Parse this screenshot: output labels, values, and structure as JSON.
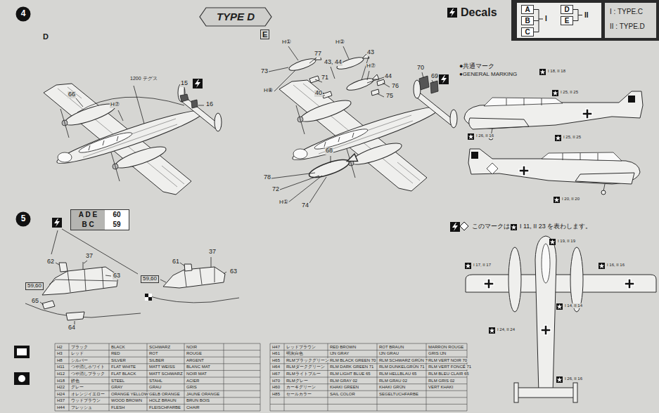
{
  "diagram": {
    "nodes": [
      {
        "text": [
          "4"
        ]
      },
      {
        "text": [
          "TYPE D"
        ]
      },
      {
        "text": [
          "I",
          "II"
        ]
      },
      {
        "text": [
          "A"
        ],
        "in": 2
      },
      {
        "text": [
          "B"
        ],
        "in": 2
      },
      {
        "text": [
          "C"
        ],
        "in": 2
      },
      {
        "text": [
          "D"
        ],
        "in": 2
      },
      {
        "text": [
          "E"
        ],
        "in": 2
      },
      {
        "text": [
          "5"
        ]
      },
      {
        "text": [
          "A D E",
          "60",
          "B C",
          "59"
        ]
      }
    ],
    "labels": [
      "Decals",
      "I : TYPE.C",
      "II : TYPE.D",
      "D",
      "E",
      "1200 テグス",
      "66",
      "H⑦",
      "15",
      "16",
      "H①",
      "77",
      "43, 44",
      "H②",
      "43",
      "73",
      "H⑧",
      "71",
      "44",
      "H⑦",
      "40",
      "76",
      "75",
      "70",
      "69",
      "68",
      "78",
      "72",
      "74",
      "H①",
      "37",
      "62",
      "63",
      "59,60",
      "65",
      "64",
      "61",
      "37",
      "63",
      "59,60",
      "●共通マーク",
      "●GENERAL MARKING",
      "I 18, II 18",
      "I 25, II 25",
      "I 26, II 16",
      "I 25, II 25",
      "I 20, II 20",
      "このマークは",
      "I 11, II 23 を表わします。",
      "I 19, II 19",
      "I 17, II 17",
      "I 14, II 14",
      "I 16, II 16",
      "I 24, II 24",
      "I 26, II 16",
      "H2",
      "ブラック",
      "BLACK",
      "SCHWARZ",
      "NOIR",
      "H3",
      "レッド",
      "RED",
      "ROT",
      "ROUGE",
      "H8",
      "シルバー",
      "SILVER",
      "SILBER",
      "ARGENT",
      "H11",
      "つや消しホワイト",
      "FLAT WHITE",
      "MATT WEISS",
      "BLANC MAT",
      "H12",
      "つや消しブラック",
      "FLAT BLACK",
      "MATT SCHWARZ",
      "NOIR MAT",
      "H18",
      "鉄色",
      "STEEL",
      "STAHL",
      "ACIER",
      "H22",
      "グレー",
      "GRAY",
      "GRAU",
      "GRIS",
      "H24",
      "オレンジイエロー",
      "ORANGE YELLOW",
      "GELB ORANGE",
      "JAUNE ORANGE",
      "H37",
      "ウッドブラウン",
      "WOOD BROWN",
      "HOLZ BRAUN",
      "BRUN BOIS",
      "H44",
      "フレッシュ",
      "FLESH",
      "FLEISCHFARBE",
      "CHAIR",
      "H47",
      "レッドブラウン",
      "RED BROWN",
      "ROT BRAUN",
      "MARRON ROUGE",
      "H61",
      "明灰白色",
      "IJN GRAY",
      "IJN GRAU",
      "GRIS IJN",
      "H65",
      "RLMブラックグリーン",
      "RLM BLACK GREEN 70",
      "RLM SCHWARZ GRÜN 70",
      "RLM VERT NOIR 70",
      "H64",
      "RLMダークグリーン",
      "RLM DARK GREEN 71",
      "RLM DUNKELGRÜN 71",
      "RLM VERT FONCÉ 71",
      "H67",
      "RLMライトブルー",
      "RLM LIGHT BLUE 65",
      "RLM HELLBLAU 65",
      "RLM BLEU CLAIR 65",
      "H70",
      "RLMグレー",
      "RLM GRAY 02",
      "RLM GRAU 02",
      "RLM GRIS 02",
      "H60",
      "カーキグリーン",
      "KHAKI GREEN",
      "KHAKI GRÜN",
      "VERT KHAKI",
      "H85",
      "セールカラー",
      "SAIL COLOR",
      "SEGELTUCHFARBE"
    ]
  }
}
